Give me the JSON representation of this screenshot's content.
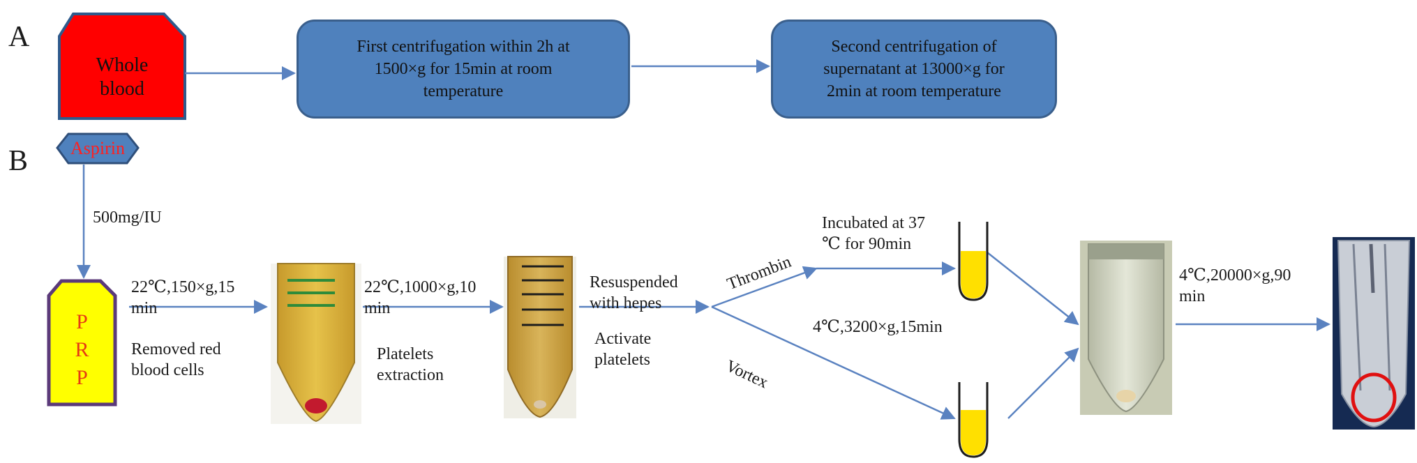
{
  "panels": {
    "a": "A",
    "b": "B"
  },
  "flow_a": {
    "start": [
      "Whole",
      "blood"
    ],
    "step1": [
      "First centrifugation within 2h at",
      "1500×g  for 15min  at room",
      "temperature"
    ],
    "step2": [
      "Second centrifugation of",
      "supernatant at 13000×g  for",
      "2min  at room temperature"
    ]
  },
  "flow_b": {
    "drug": "Aspirin",
    "dose": "500mg/IU",
    "prp": [
      "P",
      "R",
      "P"
    ],
    "spin1": [
      "22℃,150×g,15",
      "min"
    ],
    "spin1_note": [
      "Removed red",
      "blood cells"
    ],
    "spin2": [
      "22℃,1000×g,10",
      "min"
    ],
    "spin2_note": [
      "Platelets",
      "extraction"
    ],
    "resuspend": [
      "Resuspended",
      "with hepes"
    ],
    "activate": [
      "Activate",
      "platelets"
    ],
    "thrombin": "Thrombin",
    "vortex": "Vortex",
    "incubate": [
      "Incubated at 37",
      "℃ for 90min"
    ],
    "spin3": "4℃,3200×g,15min",
    "spin4": [
      "4℃,20000×g,90",
      "min"
    ]
  },
  "colors": {
    "arrow": "#5a82c0",
    "box": "#4f81bd",
    "whole_blood": "#ff0000",
    "prp": "#ffff00",
    "prp_border": "#5b3a7a",
    "drug_text": "#ff2020"
  }
}
